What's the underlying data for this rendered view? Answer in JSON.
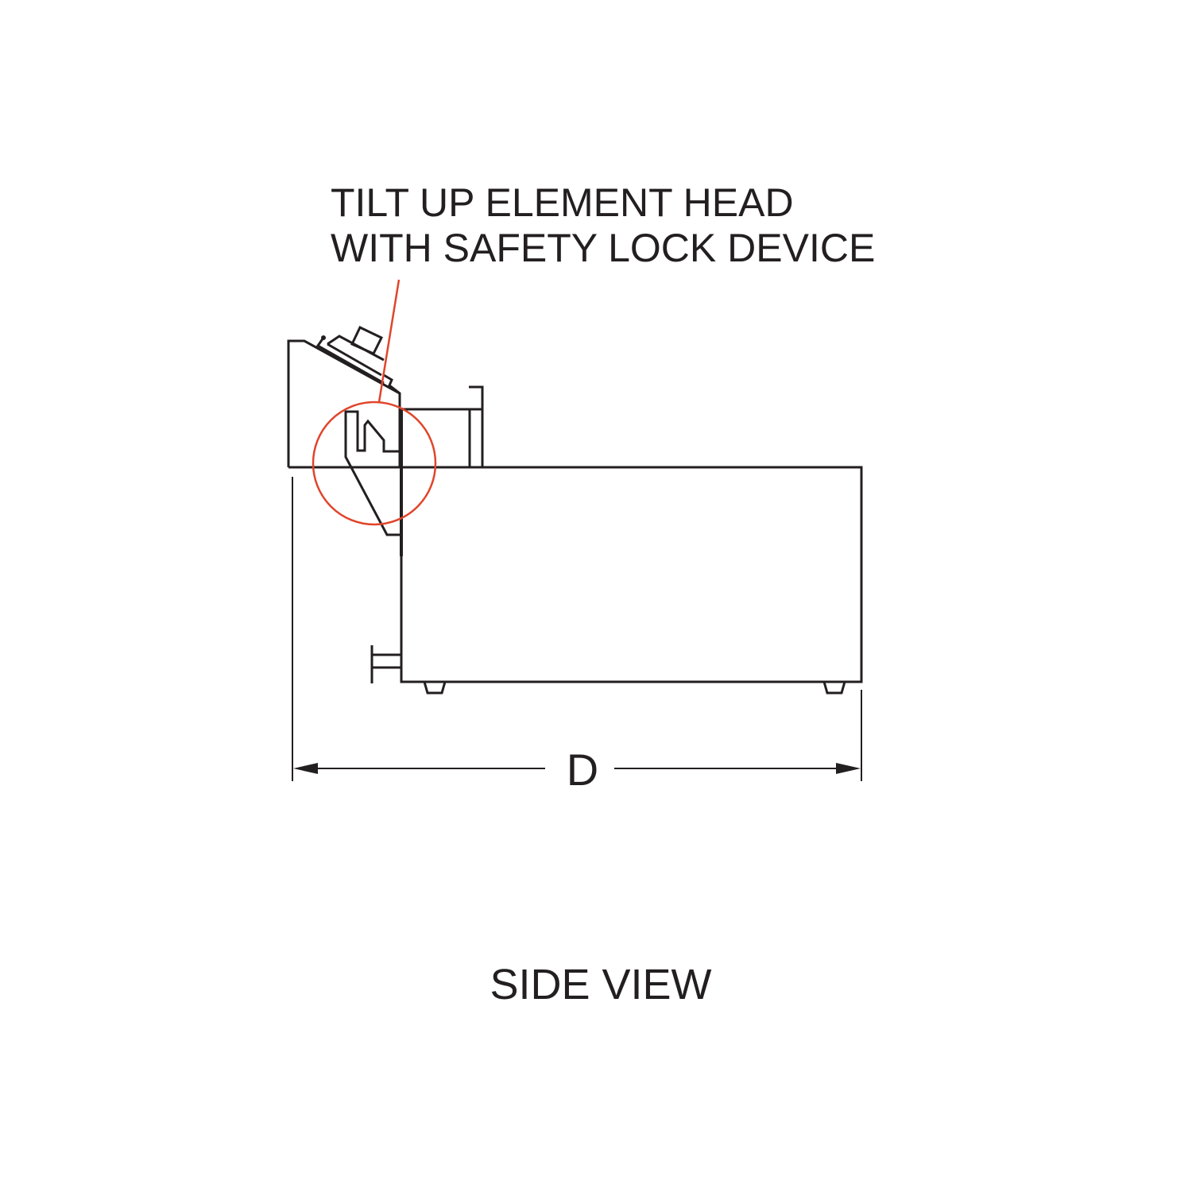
{
  "callout": {
    "line1": "TILT UP ELEMENT HEAD",
    "line2": "WITH SAFETY LOCK DEVICE"
  },
  "dimension": {
    "label": "D"
  },
  "view_title": "SIDE VIEW",
  "colors": {
    "line": "#231f20",
    "highlight": "#e0452b"
  }
}
